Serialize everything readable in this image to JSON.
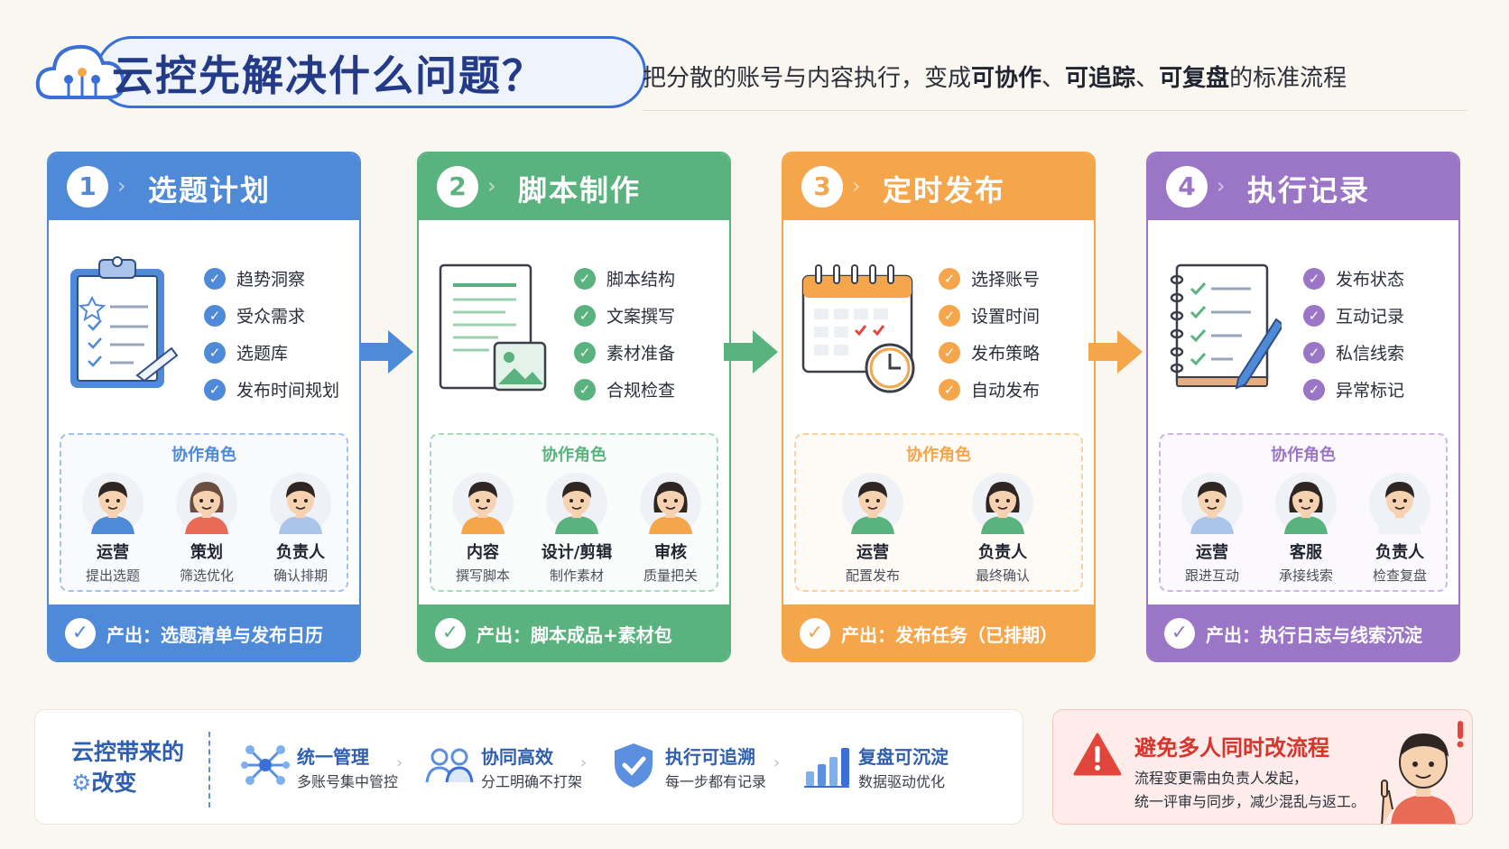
{
  "header": {
    "title": "云控先解决什么问题？",
    "subtitle_parts": [
      "把分散的账号与内容执行，变成",
      "可协作",
      "、",
      "可追踪",
      "、",
      "可复盘",
      "的标准流程"
    ]
  },
  "steps": [
    {
      "num": "1",
      "title": "选题计划",
      "color": "#4f8ad8",
      "light": "#eaf1fb",
      "items": [
        "趋势洞察",
        "受众需求",
        "选题库",
        "发布时间规划"
      ],
      "roles_title": "协作角色",
      "roles": [
        {
          "name": "运营",
          "desc": "提出选题"
        },
        {
          "name": "策划",
          "desc": "筛选优化"
        },
        {
          "name": "负责人",
          "desc": "确认排期"
        }
      ],
      "output": "产出：选题清单与发布日历"
    },
    {
      "num": "2",
      "title": "脚本制作",
      "color": "#5ab37e",
      "light": "#eaf6ef",
      "items": [
        "脚本结构",
        "文案撰写",
        "素材准备",
        "合规检查"
      ],
      "roles_title": "协作角色",
      "roles": [
        {
          "name": "内容",
          "desc": "撰写脚本"
        },
        {
          "name": "设计/剪辑",
          "desc": "制作素材"
        },
        {
          "name": "审核",
          "desc": "质量把关"
        }
      ],
      "output": "产出：脚本成品+素材包"
    },
    {
      "num": "3",
      "title": "定时发布",
      "color": "#f5a54a",
      "light": "#fdf2e4",
      "items": [
        "选择账号",
        "设置时间",
        "发布策略",
        "自动发布"
      ],
      "roles_title": "协作角色",
      "roles": [
        {
          "name": "运营",
          "desc": "配置发布"
        },
        {
          "name": "负责人",
          "desc": "最终确认"
        }
      ],
      "output": "产出：发布任务（已排期）"
    },
    {
      "num": "4",
      "title": "执行记录",
      "color": "#9b76c6",
      "light": "#f2ecf8",
      "items": [
        "发布状态",
        "互动记录",
        "私信线索",
        "异常标记"
      ],
      "roles_title": "协作角色",
      "roles": [
        {
          "name": "运营",
          "desc": "跟进互动"
        },
        {
          "name": "客服",
          "desc": "承接线索"
        },
        {
          "name": "负责人",
          "desc": "检查复盘"
        }
      ],
      "output": "产出：执行日志与线索沉淀"
    }
  ],
  "benefits": {
    "title_line1": "云控带来的",
    "title_line2": "改变",
    "items": [
      {
        "name": "统一管理",
        "desc": "多账号集中管控",
        "icon": "network-icon"
      },
      {
        "name": "协同高效",
        "desc": "分工明确不打架",
        "icon": "team-icon"
      },
      {
        "name": "执行可追溯",
        "desc": "每一步都有记录",
        "icon": "shield-check-icon"
      },
      {
        "name": "复盘可沉淀",
        "desc": "数据驱动优化",
        "icon": "bar-chart-icon"
      }
    ]
  },
  "warning": {
    "title": "避免多人同时改流程",
    "line1": "流程变更需由负责人发起，",
    "line2": "统一评审与同步，减少混乱与返工。"
  }
}
